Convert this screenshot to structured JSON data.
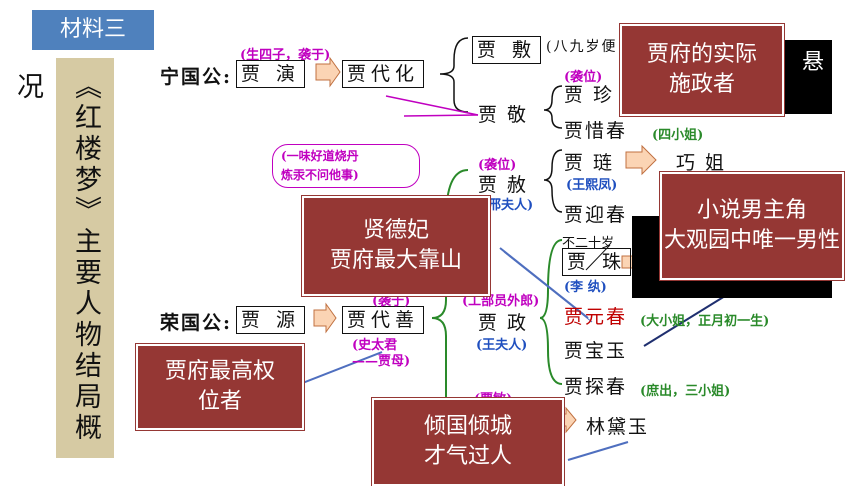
{
  "title": "材料三",
  "side_title": "《红楼梦》主要人物结局概况",
  "ningguo": {
    "label": "宁国公:",
    "founder": "贾 演",
    "note_top": "(生四子，袭于)",
    "second": "贾代化",
    "jiafu": "贾 敷",
    "jiafu_note": "(八九岁便",
    "jiajing": "贾 敬",
    "jiazhen_note": "(袭位)",
    "jiazhen": "贾 珍",
    "xichun": "贾惜春",
    "xichun_note": "(四小姐)",
    "bubble": "(一味好道烧丹炼汞不问他事)"
  },
  "shef": {
    "note": "(袭位)",
    "jiashe": "贾 赦",
    "wife": "邢夫人)",
    "jialian": "贾 琏",
    "qiaojie": "巧 姐",
    "wangxifeng": "(王熙凤)",
    "yingchun": "贾迎春"
  },
  "rongguo": {
    "label": "荣国公:",
    "founder": "贾 源",
    "second": "贾代善",
    "note_top": "(袭于)",
    "mother": "(史太君",
    "mother2": "——贾母)",
    "jiazheng": "贾 政",
    "jiazheng_note": "(工部员外郎)",
    "wangfuren": "(王夫人)",
    "zhu_note": "不二十岁",
    "jiazhu": "贾 珠",
    "liwan": "(李 纨)",
    "yuanchun": "贾元春",
    "yuanchun_note": "(大小姐，正月初一生)",
    "baoyu": "贾宝玉",
    "tanchun": "贾探春",
    "tanchun_note": "(庶出，三小姐)",
    "min_note": "(贾敏)",
    "daiyu": "林黛玉"
  },
  "callouts": {
    "zhen": "贾府的实际施政者",
    "xian": "贤德妃贾府最大靠山",
    "baoyu": "小说男主角大观园中唯一男性",
    "jiamu": "贾府最高权位者",
    "daiyu": "倾国倾城才气过人",
    "peek_text": "悬"
  },
  "colors": {
    "title_bg": "#4f81bd",
    "side_panel": "#d6caa3",
    "callout_red": "#953734",
    "magenta": "#c000c0",
    "green": "#2a8a2a",
    "blue": "#1f4fbf",
    "red": "#c00000",
    "arrow_fill": "#fbd4b4"
  }
}
